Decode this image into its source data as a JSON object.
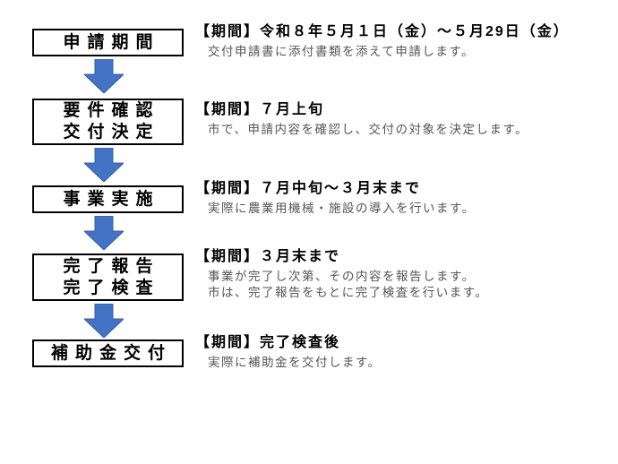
{
  "diagram": {
    "title_implicit": "",
    "steps": [
      {
        "box_lines": [
          "申請期間"
        ],
        "heading": "【期間】令和８年５月１日（金）～５月29日（金）",
        "desc_lines": [
          "交付申請書に添付書類を添えて申請します。"
        ]
      },
      {
        "box_lines": [
          "要件確認",
          "交付決定"
        ],
        "heading": "【期間】７月上旬",
        "desc_lines": [
          "市で、申請内容を確認し、交付の対象を決定します。"
        ]
      },
      {
        "box_lines": [
          "事業実施"
        ],
        "heading": "【期間】７月中旬～３月末まで",
        "desc_lines": [
          "実際に農業用機械・施設の導入を行います。"
        ]
      },
      {
        "box_lines": [
          "完了報告",
          "完了検査"
        ],
        "heading": "【期間】３月末まで",
        "desc_lines": [
          "事業が完了し次第、その内容を報告します。",
          "市は、完了報告をもとに完了検査を行います。"
        ]
      },
      {
        "box_lines": [
          "補助金交付"
        ],
        "heading": "【期間】完了検査後",
        "desc_lines": [
          "実際に補助金を交付します。"
        ]
      }
    ],
    "arrow_icon": "down-arrow",
    "colors": {
      "arrow_fill": "#4472C4",
      "arrow_stroke": "#35609F",
      "box_border": "#000000",
      "box_background": "#FFFFFF",
      "heading_text": "#000000",
      "desc_text": "#555555",
      "page_background": "#FFFFFF"
    }
  }
}
